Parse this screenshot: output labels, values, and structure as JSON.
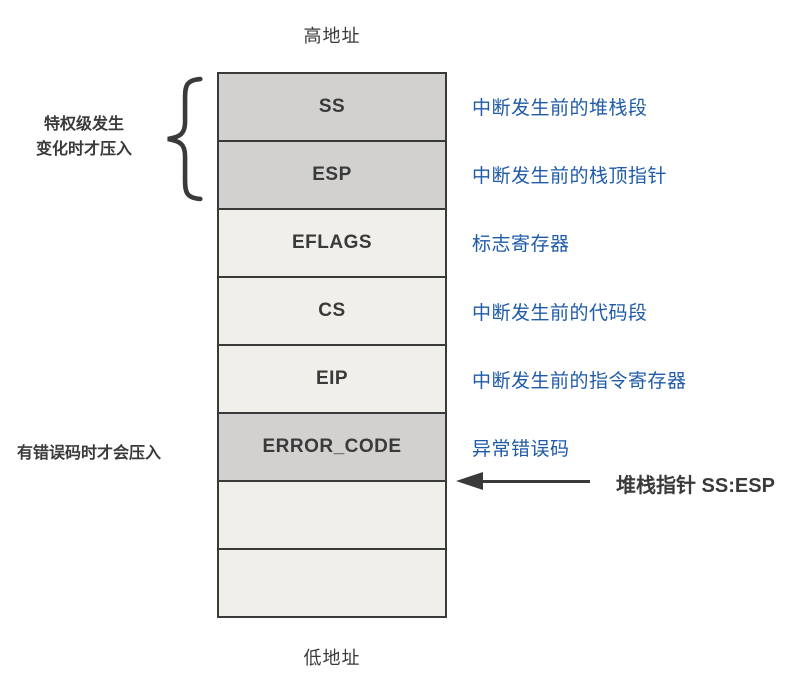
{
  "labels": {
    "high_address": "高地址",
    "low_address": "低地址"
  },
  "stack": {
    "cells": [
      {
        "label": "SS",
        "shade": "dark",
        "annotation": "中断发生前的堆栈段"
      },
      {
        "label": "ESP",
        "shade": "dark",
        "annotation": "中断发生前的栈顶指针"
      },
      {
        "label": "EFLAGS",
        "shade": "light",
        "annotation": "标志寄存器"
      },
      {
        "label": "CS",
        "shade": "light",
        "annotation": "中断发生前的代码段"
      },
      {
        "label": "EIP",
        "shade": "light",
        "annotation": "中断发生前的指令寄存器"
      },
      {
        "label": "ERROR_CODE",
        "shade": "dark",
        "annotation": "异常错误码"
      },
      {
        "label": "",
        "shade": "light",
        "annotation": ""
      },
      {
        "label": "",
        "shade": "light",
        "annotation": ""
      }
    ]
  },
  "left_notes": {
    "privilege_line1": "特权级发生",
    "privilege_line2": "变化时才压入",
    "error_code": "有错误码时才会压入"
  },
  "stack_pointer_label": "堆栈指针 SS:ESP",
  "colors": {
    "cell_dark": "#d2d1d0",
    "cell_light": "#f0efea",
    "border": "#3a3a3a",
    "text_dark": "#3a3a3a",
    "annotation_blue": "#1f5ba8"
  }
}
